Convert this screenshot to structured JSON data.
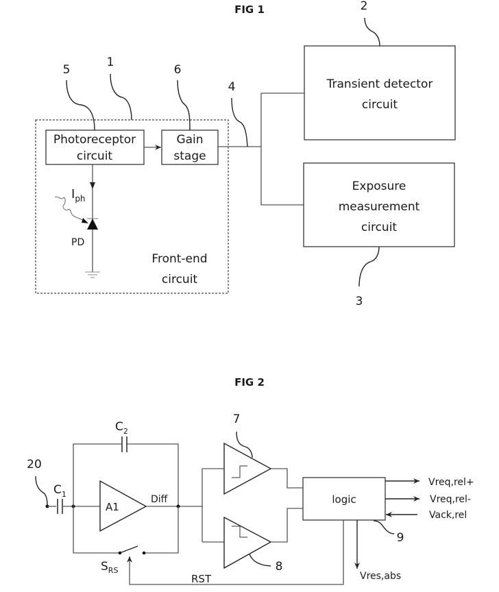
{
  "fig1": {
    "title": "FIG 1",
    "front_end": {
      "label_line1": "Front-end",
      "label_line2": "circuit",
      "ref": "1"
    },
    "photoreceptor": {
      "line1": "Photoreceptor",
      "line2": "circuit",
      "ref": "5"
    },
    "gain_stage": {
      "line1": "Gain",
      "line2": "stage",
      "ref": "6"
    },
    "signal_ref": "4",
    "photocurrent_label": "I",
    "photocurrent_sub": "ph",
    "photodiode_label": "PD",
    "transient_detector": {
      "line1": "Transient detector",
      "line2": "circuit",
      "ref": "2"
    },
    "exposure_measurement": {
      "line1": "Exposure",
      "line2": "measurement",
      "line3": "circuit",
      "ref": "3"
    }
  },
  "fig2": {
    "title": "FIG 2",
    "input_ref": "20",
    "c1": {
      "label": "C",
      "sub": "1"
    },
    "c2": {
      "label": "C",
      "sub": "2"
    },
    "amp": {
      "label": "A1"
    },
    "diff_label": "Diff",
    "switch": {
      "label": "S",
      "sub": "RS"
    },
    "rst_label": "RST",
    "comparator_up_ref": "7",
    "comparator_down_ref": "8",
    "logic": {
      "label": "logic",
      "ref": "9"
    },
    "outputs": [
      "Vreq,rel+",
      "Vreq,rel-"
    ],
    "input_ack": "Vack,rel",
    "reset_output": "Vres,abs"
  }
}
